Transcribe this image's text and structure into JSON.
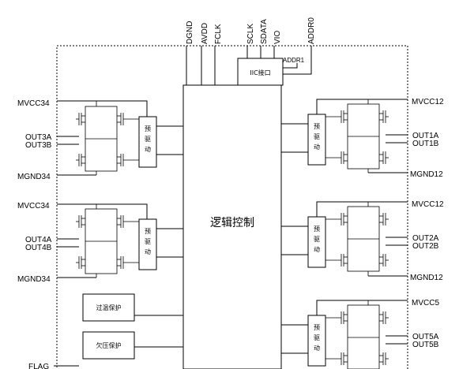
{
  "top_pins": [
    "DGND",
    "AVDD",
    "FCLK",
    "SCLK",
    "SDATA",
    "VIO",
    "ADDR0"
  ],
  "addr1": "ADDR1",
  "iic_label": "IIC接口",
  "logic_label": "逻辑控制",
  "predriver": [
    "预",
    "驱",
    "动"
  ],
  "left": {
    "group1": {
      "vcc": "MVCC34",
      "out_a": "OUT3A",
      "out_b": "OUT3B",
      "gnd": "MGND34"
    },
    "group2": {
      "vcc": "MVCC34",
      "out_a": "OUT4A",
      "out_b": "OUT4B",
      "gnd": "MGND34"
    },
    "overtemp": "过温保护",
    "undervolt": "欠压保护",
    "flag": "FLAG"
  },
  "right": {
    "group1": {
      "vcc": "MVCC12",
      "out_a": "OUT1A",
      "out_b": "OUT1B",
      "gnd": "MGND12"
    },
    "group2": {
      "vcc": "MVCC12",
      "out_a": "OUT2A",
      "out_b": "OUT2B",
      "gnd": "MGND12"
    },
    "group3": {
      "vcc": "MVCC5",
      "out_a": "OUT5A",
      "out_b": "OUT5B"
    }
  }
}
